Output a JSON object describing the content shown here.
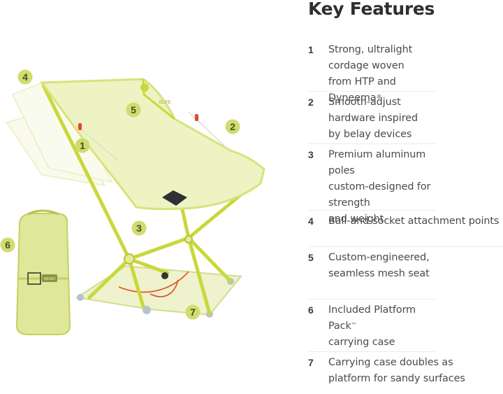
{
  "heading": "Key Features",
  "features": [
    {
      "num": "1",
      "text": "Strong, ultralight cordage woven\nfrom HTP and Dyneema",
      "mark": "®"
    },
    {
      "num": "2",
      "text": "Smooth-adjust hardware inspired\nby belay devices",
      "mark": ""
    },
    {
      "num": "3",
      "text": "Premium aluminum poles\ncustom-designed for strength\nand weight",
      "mark": ""
    },
    {
      "num": "4",
      "text": "Ball-and-socket attachment points",
      "mark": ""
    },
    {
      "num": "5",
      "text": "Custom-engineered,\nseamless mesh seat",
      "mark": ""
    },
    {
      "num": "6",
      "text": "Included Platform Pack",
      "mark": "™",
      "text2": "carrying case"
    },
    {
      "num": "7",
      "text": "Carrying case doubles as\nplatform for sandy surfaces",
      "mark": ""
    }
  ],
  "badges": [
    "1",
    "2",
    "3",
    "4",
    "5",
    "6",
    "7"
  ],
  "logo_text": "NEMO",
  "seat_brand": "ELITE",
  "colors": {
    "frame": "#c9d83a",
    "fabric": "#eef3c4",
    "badge": "#cfdc70",
    "accent": "#e04a2a"
  }
}
